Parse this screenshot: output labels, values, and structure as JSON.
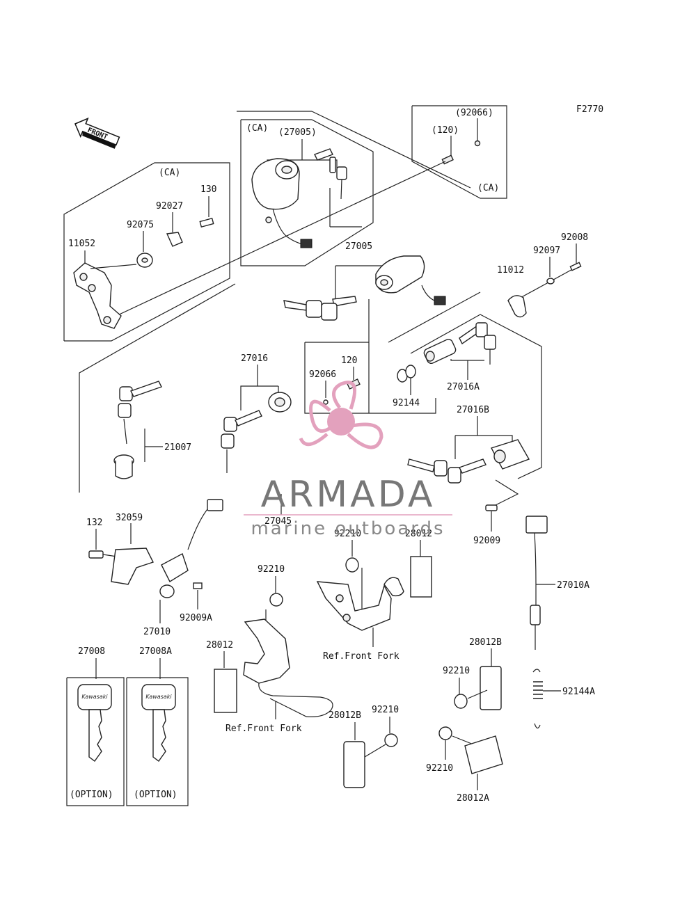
{
  "figure_code": "F2770",
  "front_label": "FRONT",
  "callouts": {
    "c92066_paren": "(92066)",
    "c120_paren": "(120)",
    "ca_top_right": "(CA)",
    "ca_center": "(CA)",
    "c27005_paren": "(27005)",
    "c27005": "27005",
    "ca_left": "(CA)",
    "c130": "130",
    "c92027": "92027",
    "c92075": "92075",
    "c11052": "11052",
    "c92008": "92008",
    "c92097": "92097",
    "c11012": "11012",
    "c27016": "27016",
    "c120": "120",
    "c92066": "92066",
    "c92144": "92144",
    "c27016A": "27016A",
    "c27016B": "27016B",
    "c21007": "21007",
    "c27045": "27045",
    "c92009": "92009",
    "c132": "132",
    "c32059": "32059",
    "c92210_a": "92210",
    "c28012_a": "28012",
    "c27010A": "27010A",
    "c92009A": "92009A",
    "c27010": "27010",
    "c92210_b": "92210",
    "ref_front_fork_a": "Ref.Front Fork",
    "c28012B_a": "28012B",
    "c27008": "27008",
    "c27008A": "27008A",
    "c28012_b": "28012",
    "c92210_c": "92210",
    "c92144A": "92144A",
    "ref_front_fork_b": "Ref.Front Fork",
    "c28012B_b": "28012B",
    "c92210_d": "92210",
    "c92210_e": "92210",
    "c28012A": "28012A",
    "option_a": "(OPTION)",
    "option_b": "(OPTION)"
  },
  "watermark": {
    "brand": "ARMADA",
    "tagline": "marine outboards",
    "color": "#e3a1bd"
  },
  "key_brand": "Kawasaki"
}
